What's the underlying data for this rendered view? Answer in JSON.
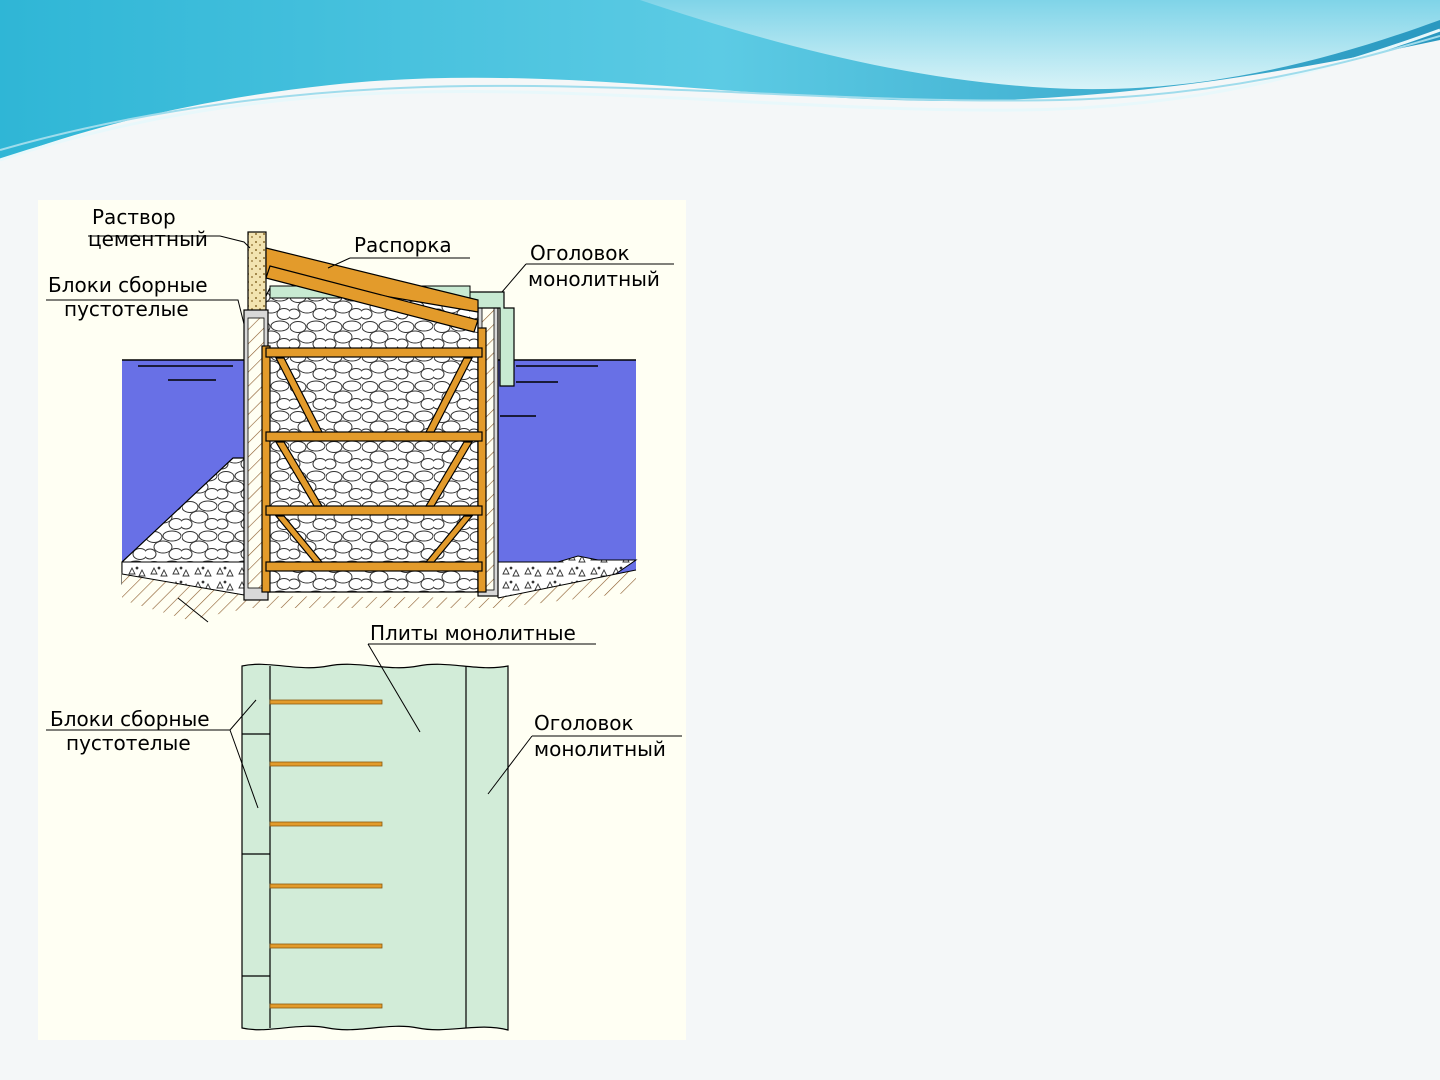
{
  "colors": {
    "background": "#f4f7f8",
    "figure_bg": "#fffff3",
    "water": "#6870e6",
    "timber": "#e39b2b",
    "cap": "#c8ead2",
    "plan_fill": "#d2ecd8",
    "wave_dark": "#3aa8c8",
    "wave_light": "#bfe9f3"
  },
  "diagram": {
    "section_labels": {
      "mortar_line1": "Раствор",
      "mortar_line2": "цементный",
      "strut": "Распорка",
      "cap_line1": "Оголовок",
      "cap_line2": "монолитный",
      "blocks_line1": "Блоки сборные",
      "blocks_line2": "пустотелые"
    },
    "plan_labels": {
      "slabs": "Плиты монолитные",
      "blocks_line1": "Блоки сборные",
      "blocks_line2": "пустотелые",
      "cap_line1": "Оголовок",
      "cap_line2": "монолитный"
    }
  }
}
